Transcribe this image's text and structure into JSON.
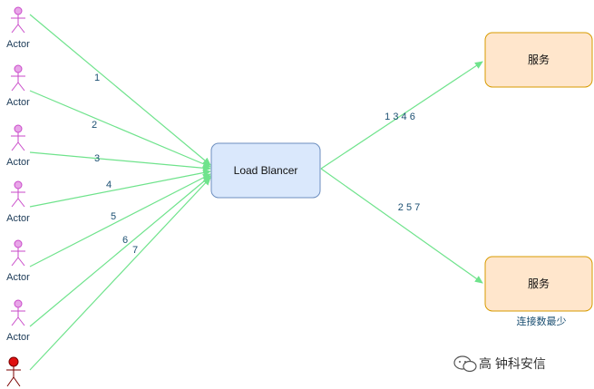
{
  "actors": [
    {
      "label": "Actor",
      "color": "#c94ac9"
    },
    {
      "label": "Actor",
      "color": "#c94ac9"
    },
    {
      "label": "Actor",
      "color": "#c94ac9"
    },
    {
      "label": "Actor",
      "color": "#c94ac9"
    },
    {
      "label": "Actor",
      "color": "#c94ac9"
    },
    {
      "label": "Actor",
      "color": "#c94ac9"
    },
    {
      "label": "",
      "color": "#e01010"
    }
  ],
  "edge_labels_in": [
    "1",
    "2",
    "3",
    "4",
    "5",
    "6",
    "7"
  ],
  "load_balancer": {
    "label": "Load Blancer",
    "fill": "#dae8fc",
    "stroke": "#6c8ebf"
  },
  "services": [
    {
      "label": "服务",
      "edge_label": "1 3 4 6"
    },
    {
      "label": "服务",
      "edge_label": "2 5 7",
      "note": "连接数最少"
    }
  ],
  "service_style": {
    "fill": "#ffe6cc",
    "stroke": "#d79b00"
  },
  "edge_color": "#6fe38c",
  "watermark": "高 钟科安信"
}
